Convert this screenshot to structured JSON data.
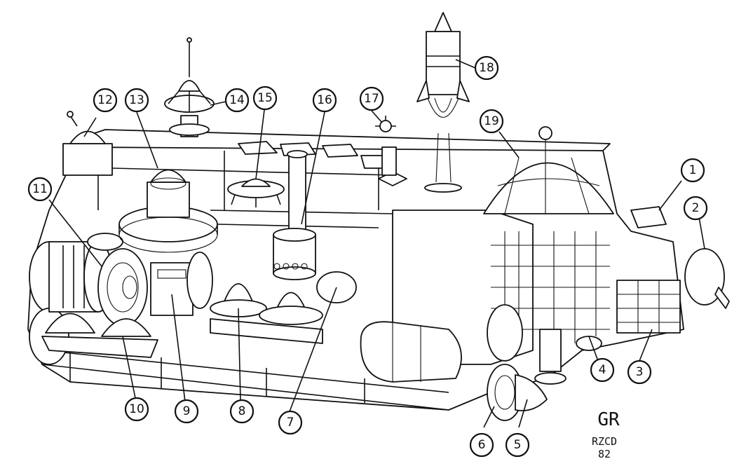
{
  "diagram": {
    "subject": "Cutaway of a futuristic space vehicle",
    "callouts": [
      "1",
      "2",
      "3",
      "4",
      "5",
      "6",
      "7",
      "8",
      "9",
      "10",
      "11",
      "12",
      "13",
      "14",
      "15",
      "16",
      "17",
      "18",
      "19"
    ],
    "signature": {
      "monogram": "GR",
      "line1": "RZCD",
      "line2": "82"
    },
    "colors": {
      "ink": "#111111",
      "paper": "#ffffff"
    }
  }
}
